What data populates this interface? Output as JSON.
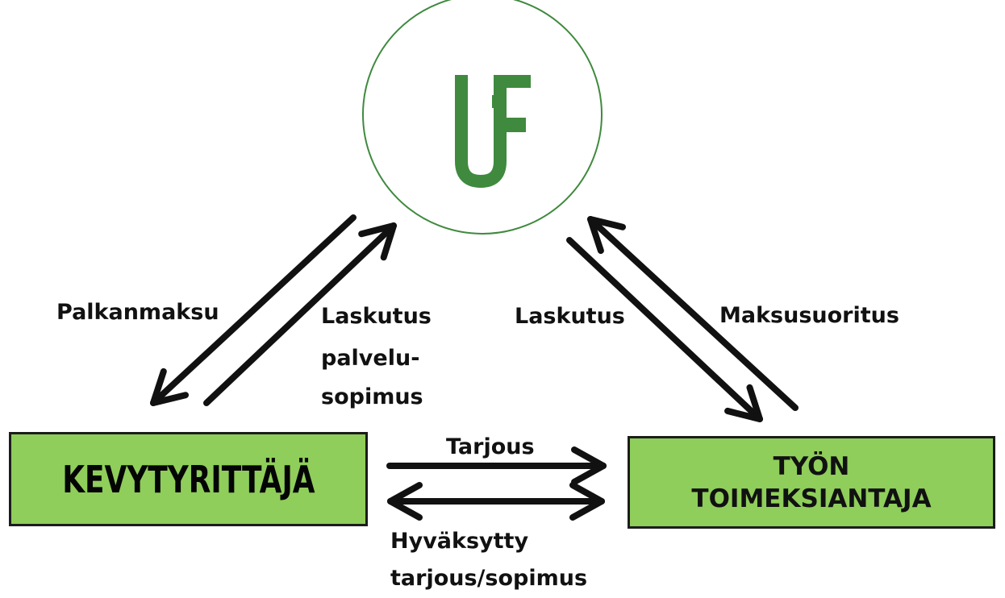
{
  "nodes": {
    "center": {
      "logo": "UF"
    },
    "left_box": {
      "label": "KEVYTYRITTÄJÄ"
    },
    "right_box": {
      "line1": "TYÖN",
      "line2": "TOIMEKSIANTAJA"
    }
  },
  "edges": {
    "palkanmaksu": "Palkanmaksu",
    "laskutus_left": [
      "Laskutus",
      "palvelu-",
      "sopimus"
    ],
    "laskutus_right": "Laskutus",
    "maksusuoritus": "Maksusuoritus",
    "tarjous": "Tarjous",
    "hyvaksytty": [
      "Hyväksytty",
      "tarjous/sopimus"
    ]
  },
  "colors": {
    "box_fill": "#8fce5a",
    "logo_green": "#3f8a3f",
    "arrow": "#111111"
  }
}
